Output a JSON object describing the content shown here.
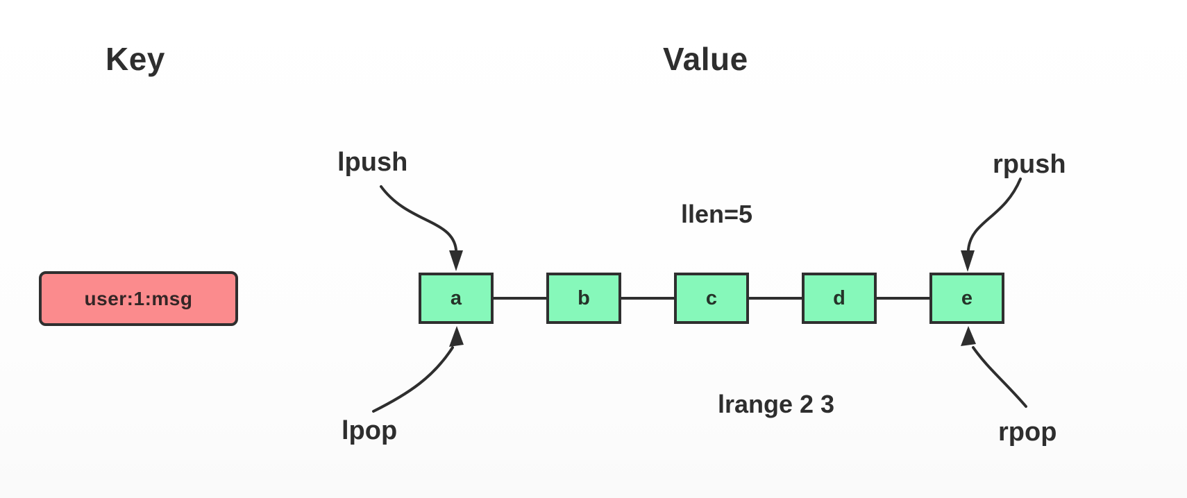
{
  "headers": {
    "key": "Key",
    "value": "Value"
  },
  "key": {
    "name": "user:1:msg"
  },
  "list": {
    "items": [
      "a",
      "b",
      "c",
      "d",
      "e"
    ],
    "length_label": "llen=5",
    "range_label": "lrange 2 3"
  },
  "operations": {
    "lpush": "lpush",
    "lpop": "lpop",
    "rpush": "rpush",
    "rpop": "rpop"
  },
  "colors": {
    "node_fill": "#86F8BA",
    "key_fill": "#FB8B8D",
    "stroke": "#2E2E2E",
    "text": "#2E2E2E",
    "background": "#FDFDFD"
  }
}
